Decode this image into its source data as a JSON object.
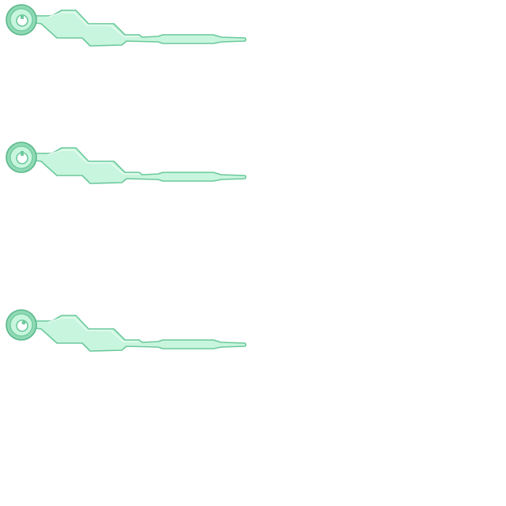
{
  "sprites": [
    {
      "shape": "needle-pointer-icon",
      "variant": 1
    },
    {
      "shape": "needle-pointer-icon",
      "variant": 2
    },
    {
      "shape": "needle-pointer-icon",
      "variant": 3
    }
  ],
  "colors": {
    "background": "#ffffff",
    "fill": "#c8f5dd",
    "fill_light": "#e2fbee",
    "stroke": "#6cc99c",
    "ring": "#8fd9b5",
    "hole": "#ffffff"
  }
}
